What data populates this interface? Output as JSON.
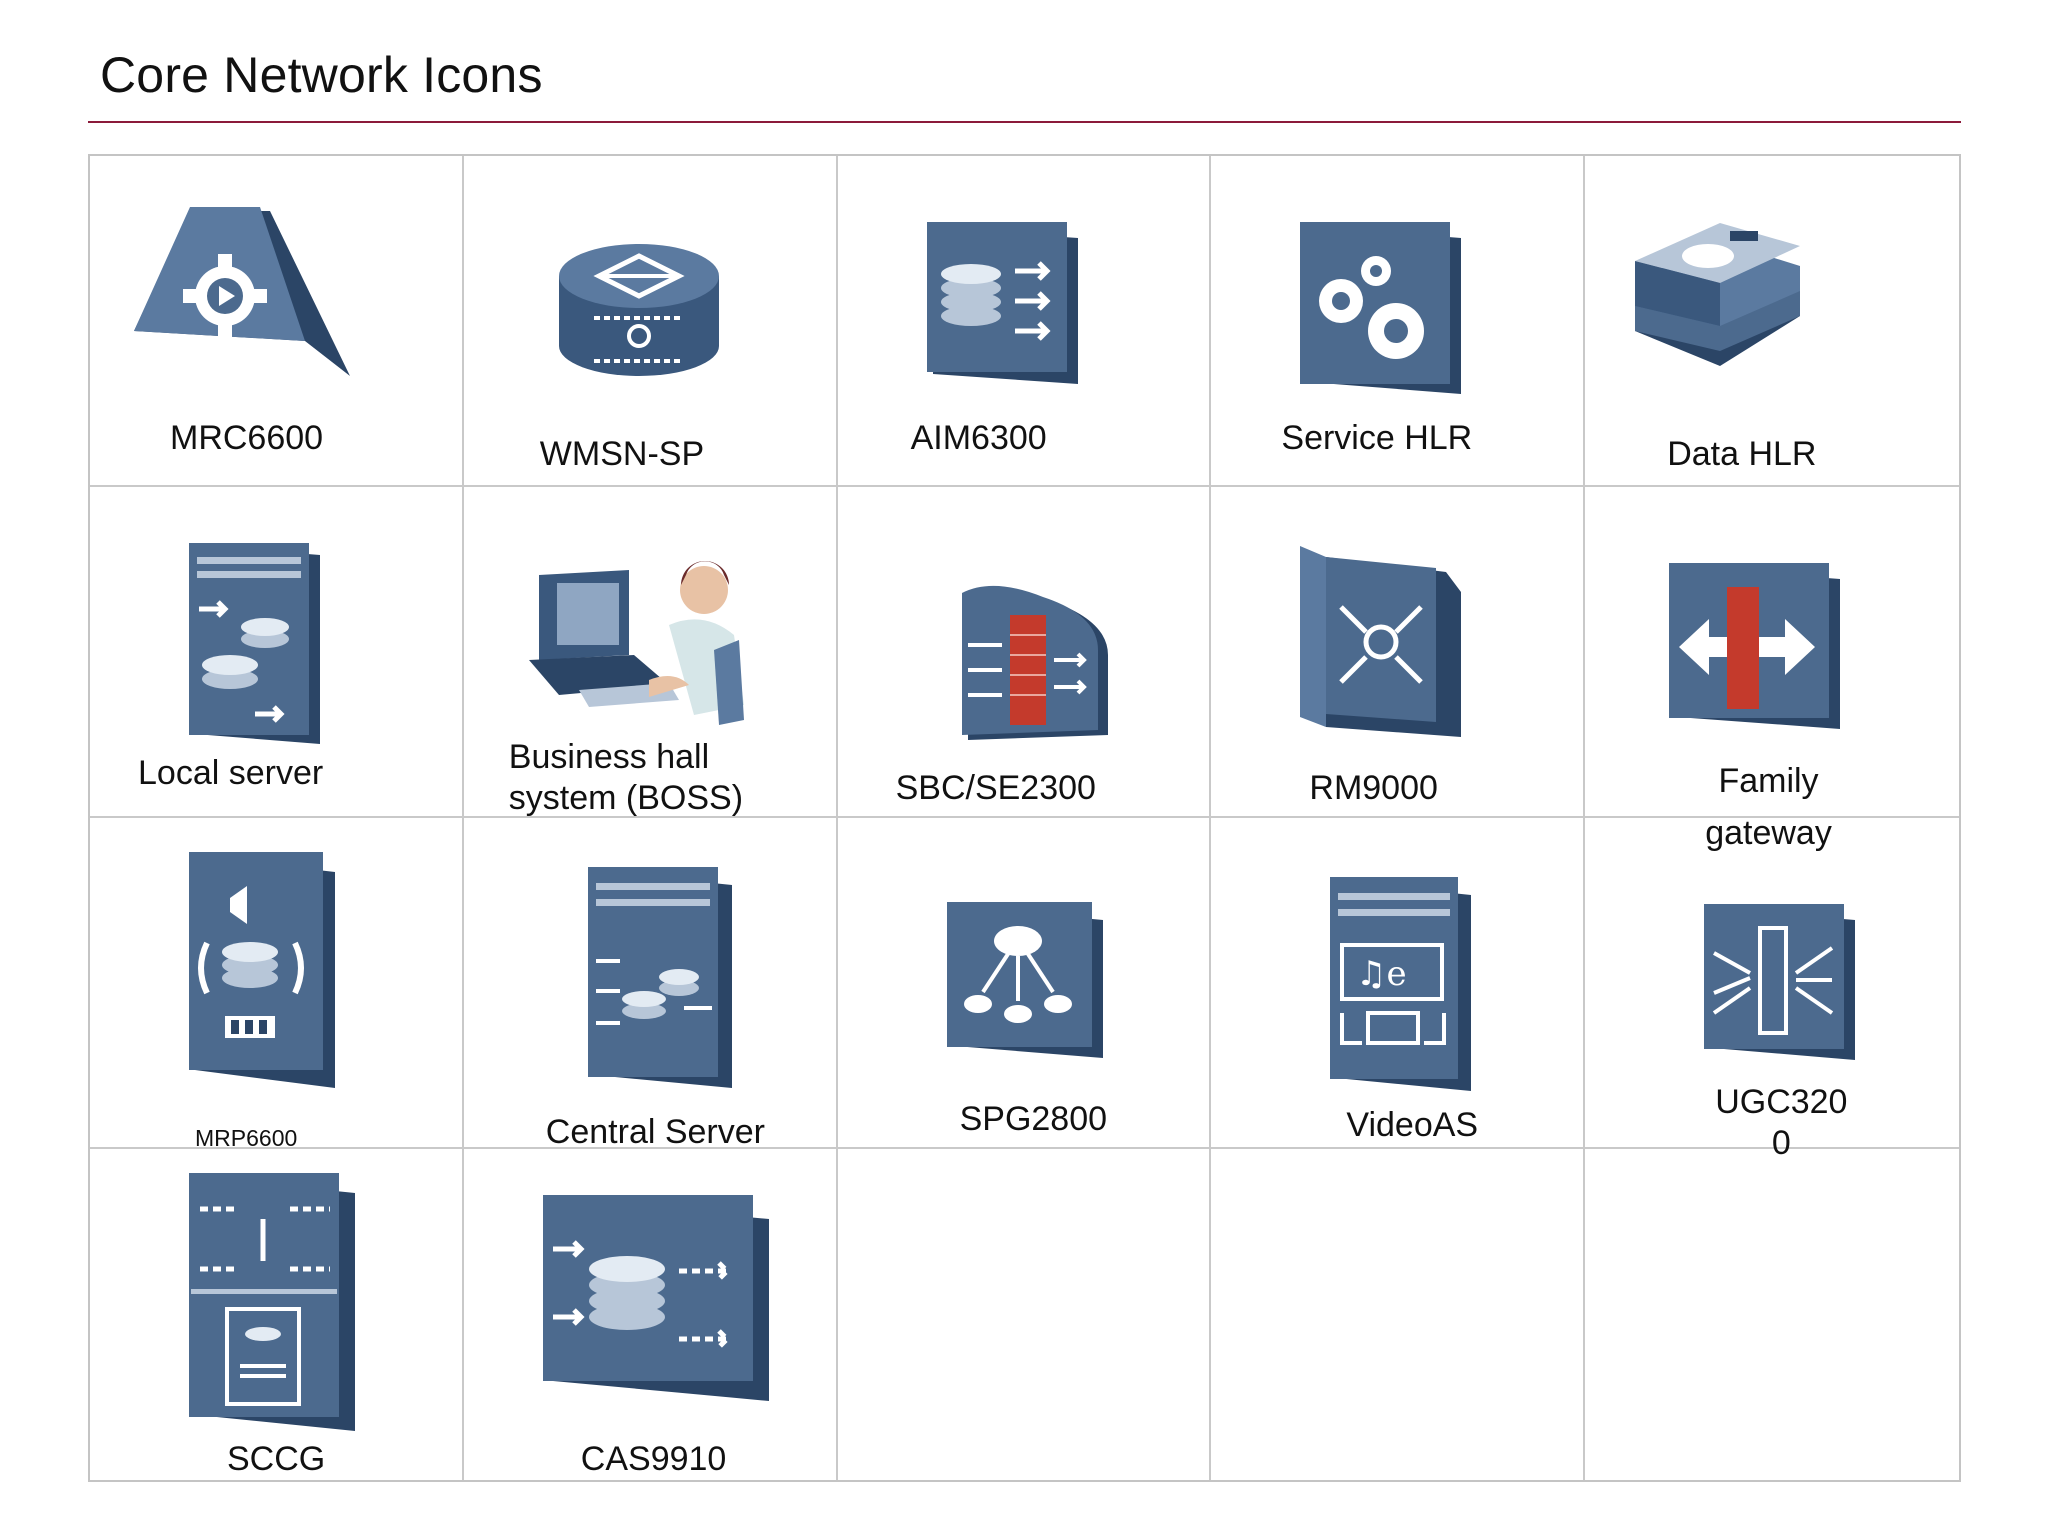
{
  "page": {
    "title": "Core Network Icons"
  },
  "colors": {
    "rule": "#8b1a3a",
    "icon_face": "#4c6a8e",
    "icon_side": "#2b4566",
    "firewall": "#c43a2c"
  },
  "items": [
    {
      "label": "MRC6600",
      "icon": "gear-trapezoid-icon"
    },
    {
      "label": "WMSN-SP",
      "icon": "router-cylinder-icon"
    },
    {
      "label": "AIM6300",
      "icon": "database-arrows-icon"
    },
    {
      "label": "Service HLR",
      "icon": "gears-box-icon"
    },
    {
      "label": "Data HLR",
      "icon": "disk-stack-icon"
    },
    {
      "label": "Local server",
      "icon": "local-server-icon"
    },
    {
      "label": "Business hall\nsystem (BOSS)",
      "icon": "operator-workstation-icon"
    },
    {
      "label": "SBC/SE2300",
      "icon": "firewall-border-controller-icon"
    },
    {
      "label": "RM9000",
      "icon": "resource-manager-icon"
    },
    {
      "label": "Family\ngateway",
      "icon": "family-gateway-icon"
    },
    {
      "label": "MRP6600",
      "icon": "media-resource-icon"
    },
    {
      "label": "Central Server",
      "icon": "central-server-icon"
    },
    {
      "label": "SPG2800",
      "icon": "service-platform-icon"
    },
    {
      "label": "VideoAS",
      "icon": "video-app-server-icon"
    },
    {
      "label": "UGC320\n0",
      "icon": "ugc-gateway-icon"
    },
    {
      "label": "SCCG",
      "icon": "sccg-server-icon"
    },
    {
      "label": "CAS9910",
      "icon": "cas-database-icon"
    }
  ]
}
